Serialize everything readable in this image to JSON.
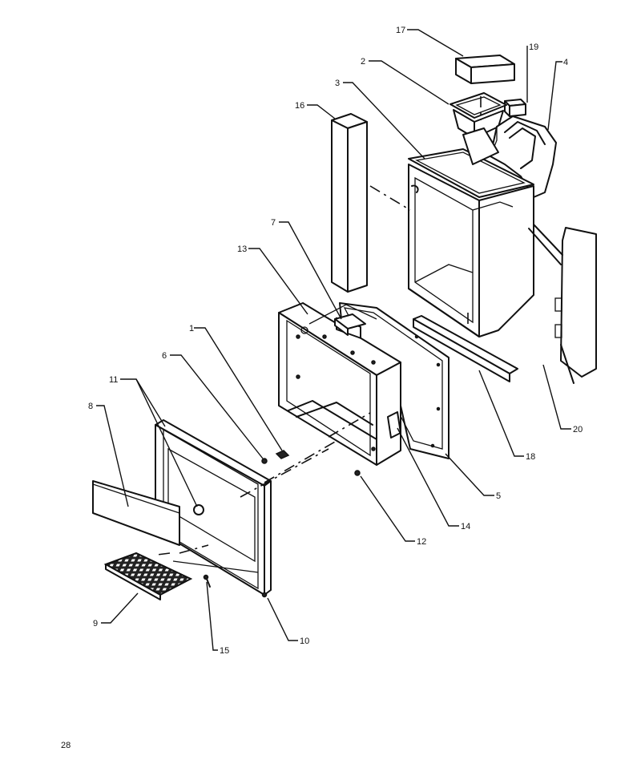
{
  "diagram": {
    "parts": [
      {
        "id": "part-1",
        "label": "1"
      },
      {
        "id": "part-2",
        "label": "2"
      },
      {
        "id": "part-3",
        "label": "3"
      },
      {
        "id": "part-4",
        "label": "4"
      },
      {
        "id": "part-5",
        "label": "5"
      },
      {
        "id": "part-6",
        "label": "6"
      },
      {
        "id": "part-7",
        "label": "7"
      },
      {
        "id": "part-8",
        "label": "8"
      },
      {
        "id": "part-9",
        "label": "9"
      },
      {
        "id": "part-10",
        "label": "10"
      },
      {
        "id": "part-11",
        "label": "11"
      },
      {
        "id": "part-12",
        "label": "12"
      },
      {
        "id": "part-13",
        "label": "13"
      },
      {
        "id": "part-14",
        "label": "14"
      },
      {
        "id": "part-15",
        "label": "15"
      },
      {
        "id": "part-16",
        "label": "16"
      },
      {
        "id": "part-17",
        "label": "17"
      },
      {
        "id": "part-18",
        "label": "18"
      },
      {
        "id": "part-19",
        "label": "19"
      },
      {
        "id": "part-20",
        "label": "20"
      }
    ]
  },
  "page": {
    "number": "28"
  }
}
